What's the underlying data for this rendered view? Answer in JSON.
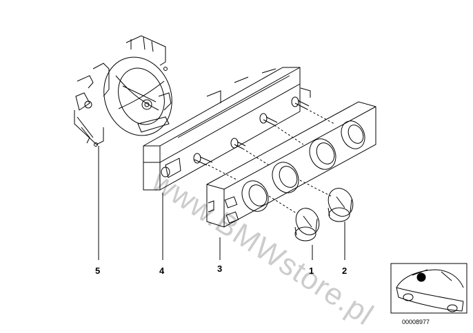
{
  "callouts": [
    {
      "id": "5",
      "text": "5"
    },
    {
      "id": "4",
      "text": "4"
    },
    {
      "id": "3",
      "text": "3"
    },
    {
      "id": "1",
      "text": "1"
    },
    {
      "id": "2",
      "text": "2"
    }
  ],
  "watermark": "www.BMWstore.pl",
  "diagram_number": "00008977",
  "parts": {
    "blower_motor": "5",
    "control_unit": "4",
    "front_panel": "3",
    "knob_small": "1",
    "knob_large": "2"
  },
  "colors": {
    "line": "#000000",
    "watermark": "#b0b0b0",
    "locator_dot": "#000000"
  }
}
